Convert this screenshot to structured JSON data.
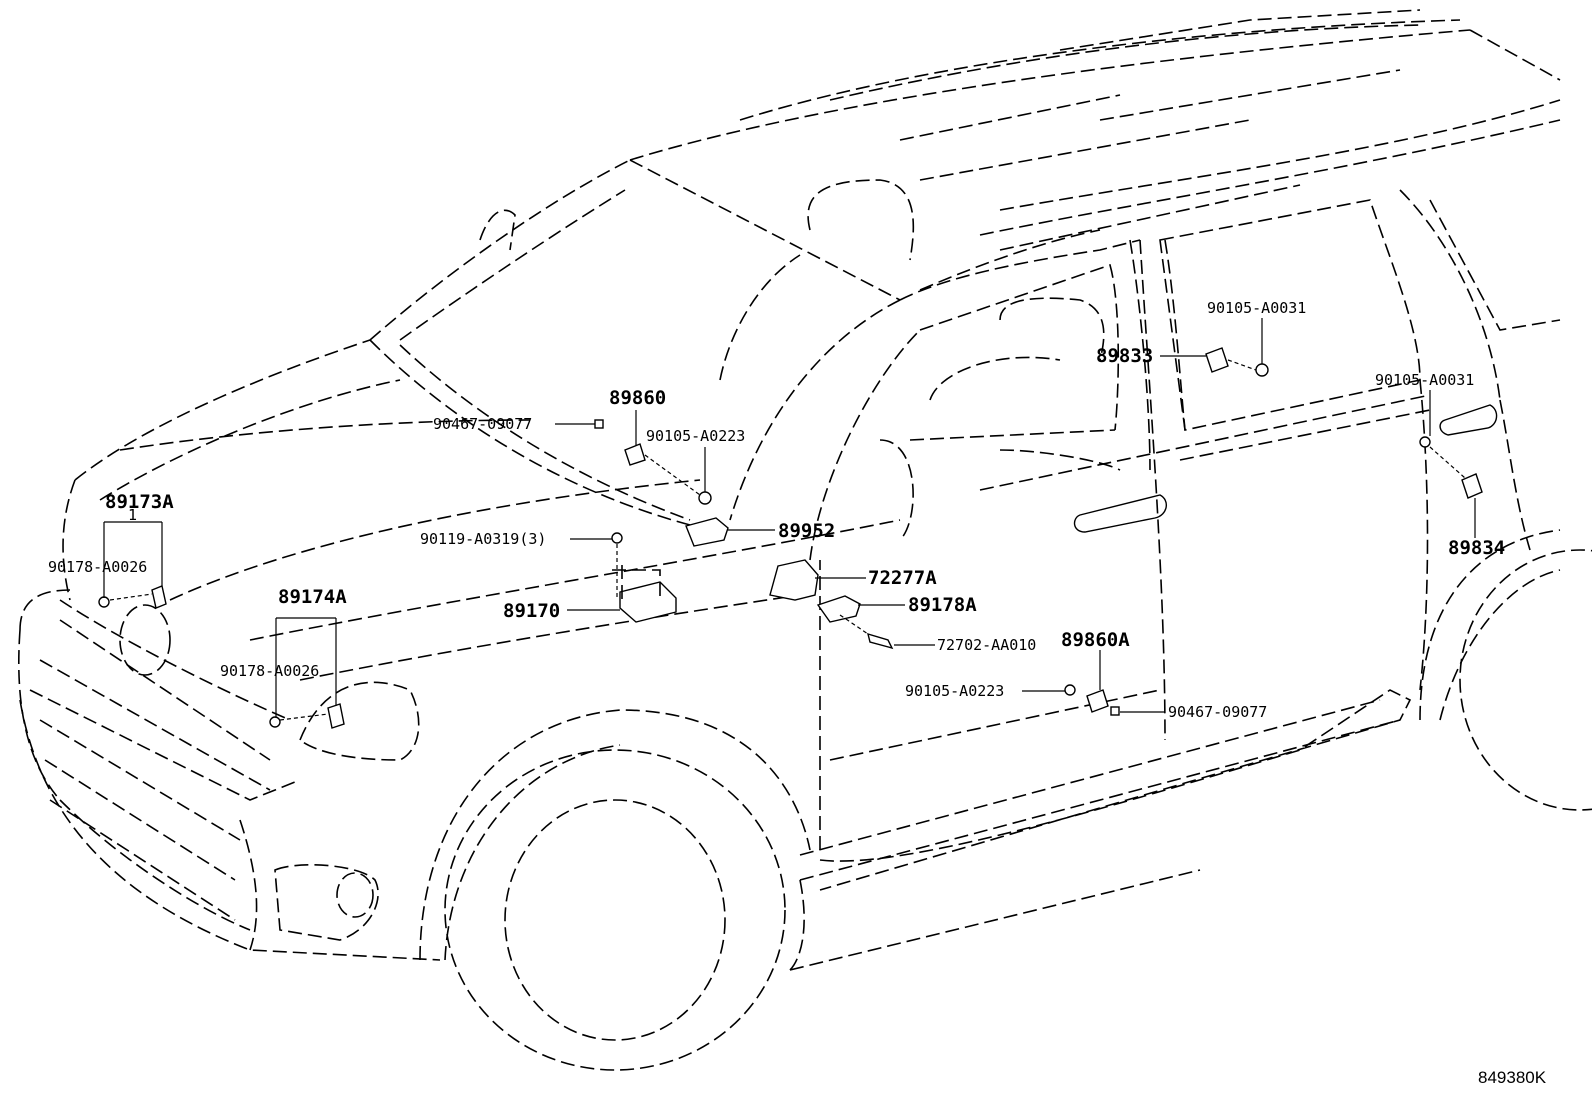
{
  "figure_ref": "849380K",
  "callouts": [
    {
      "id": "89173A",
      "style": "big"
    },
    {
      "id": "90178-A0026",
      "style": "small"
    },
    {
      "id": "89174A",
      "style": "big"
    },
    {
      "id": "90178-A0026",
      "style": "small"
    },
    {
      "id": "90467-09077",
      "style": "small"
    },
    {
      "id": "89860",
      "style": "big"
    },
    {
      "id": "90105-A0223",
      "style": "small"
    },
    {
      "id": "89952",
      "style": "big"
    },
    {
      "id": "90119-A0319(3)",
      "style": "small"
    },
    {
      "id": "89170",
      "style": "big"
    },
    {
      "id": "72277A",
      "style": "big"
    },
    {
      "id": "89178A",
      "style": "big"
    },
    {
      "id": "72702-AA010",
      "style": "small"
    },
    {
      "id": "89860A",
      "style": "big"
    },
    {
      "id": "90105-A0223",
      "style": "small"
    },
    {
      "id": "90467-09077",
      "style": "small"
    },
    {
      "id": "90105-A0031",
      "style": "small"
    },
    {
      "id": "89833",
      "style": "big"
    },
    {
      "id": "90105-A0031",
      "style": "small"
    },
    {
      "id": "89834",
      "style": "big"
    }
  ],
  "leader_tag": "1"
}
